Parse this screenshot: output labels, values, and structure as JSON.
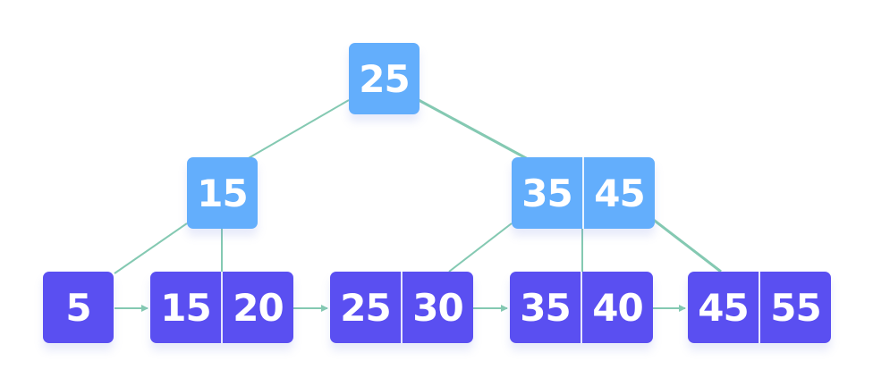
{
  "tree": {
    "colors": {
      "internal_node": "#63aefc",
      "leaf_node": "#5a4ff1",
      "link": "#84c9b2",
      "key_text": "#ffffff"
    },
    "root": {
      "keys": [
        "25"
      ]
    },
    "internal": [
      {
        "keys": [
          "15"
        ]
      },
      {
        "keys": [
          "35",
          "45"
        ]
      }
    ],
    "leaves": [
      {
        "keys": [
          "5"
        ]
      },
      {
        "keys": [
          "15",
          "20"
        ]
      },
      {
        "keys": [
          "25",
          "30"
        ]
      },
      {
        "keys": [
          "35",
          "40"
        ]
      },
      {
        "keys": [
          "45",
          "55"
        ]
      }
    ]
  }
}
